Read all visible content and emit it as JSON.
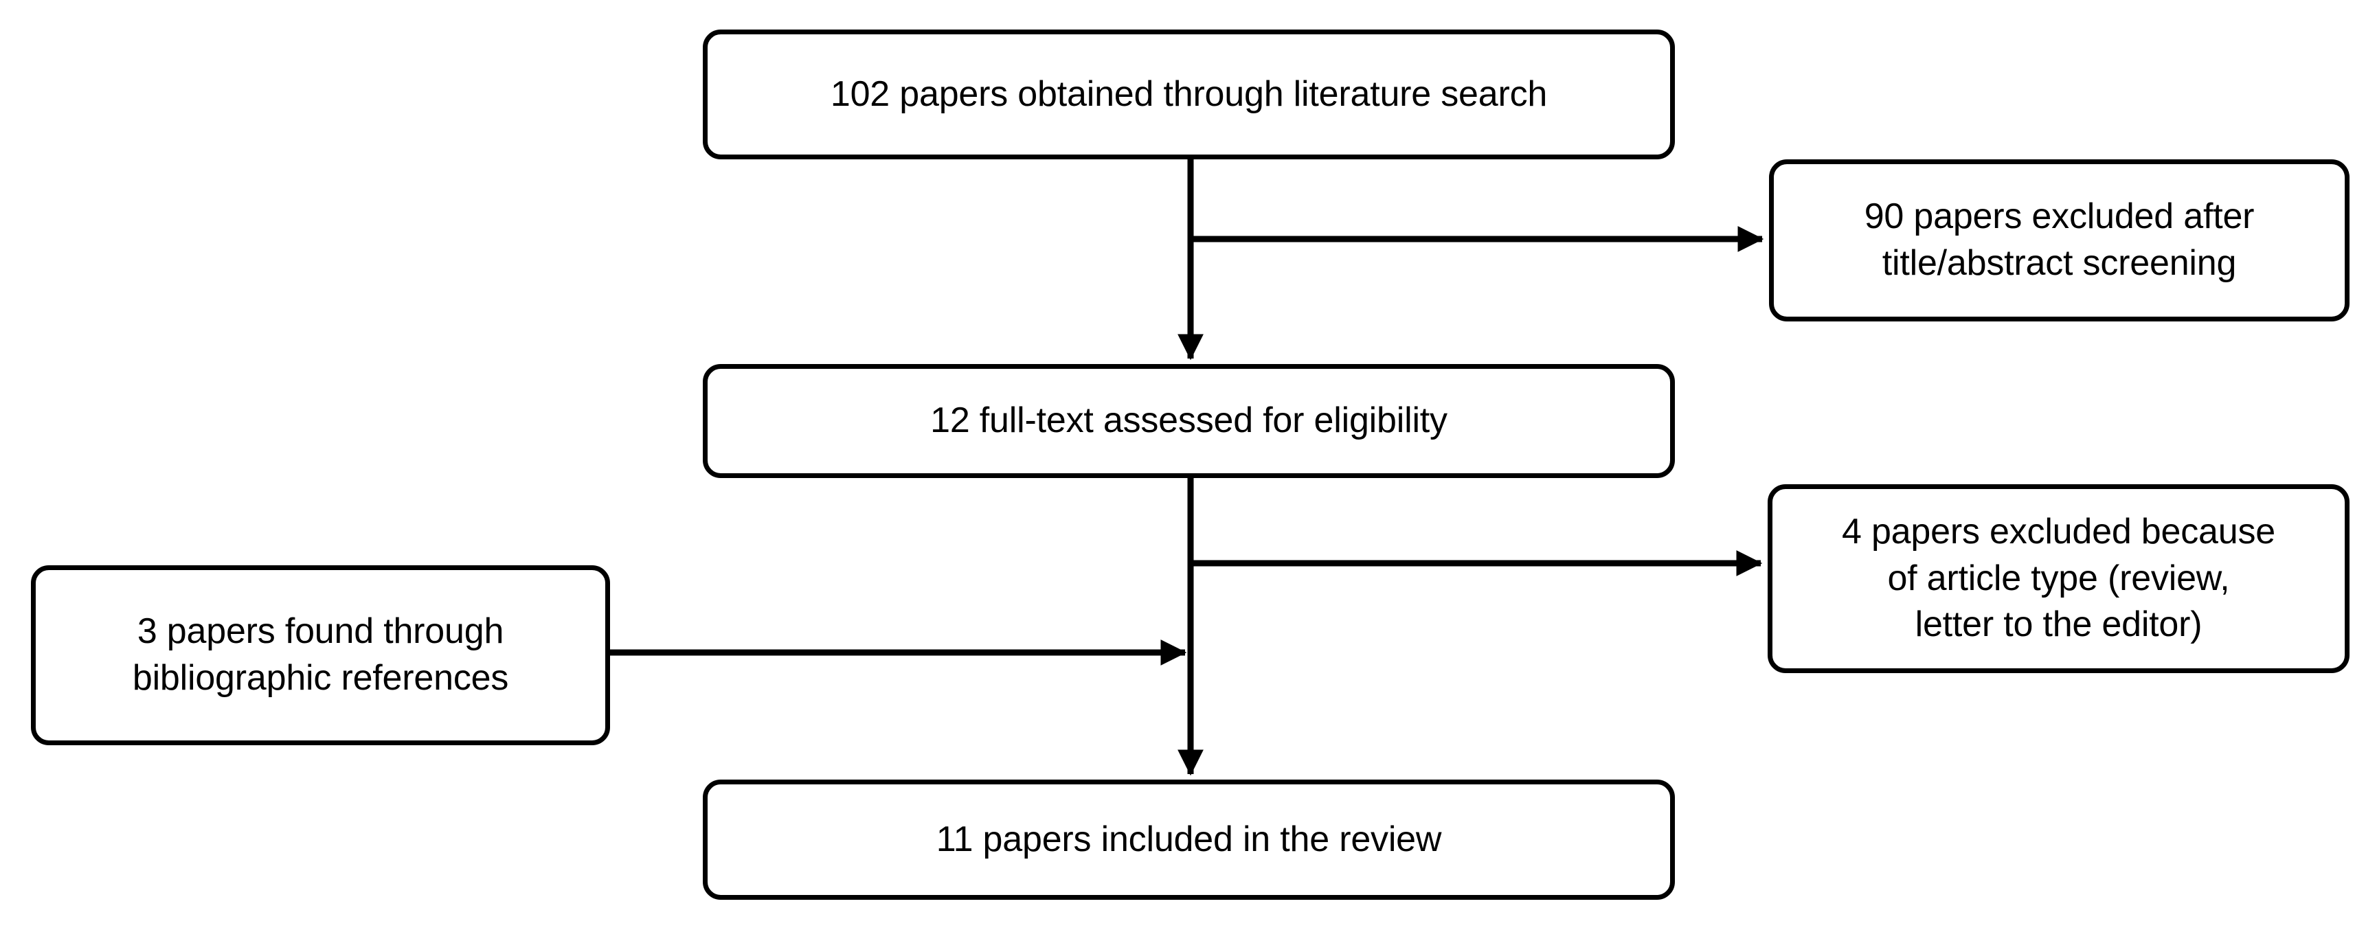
{
  "diagram": {
    "type": "prisma-flow-diagram",
    "colors": {
      "stroke": "#000000",
      "background": "#ffffff",
      "text": "#000000"
    },
    "nodes": {
      "identification": {
        "label": "102 papers obtained through literature search",
        "count": 102
      },
      "screening": {
        "label": "12 full-text assessed for eligibility",
        "count": 12
      },
      "included": {
        "label": "11 papers included in the review",
        "count": 11
      },
      "excluded_title_abstract": {
        "label": "90 papers excluded after\ntitle/abstract screening",
        "count": 90
      },
      "excluded_article_type": {
        "label": "4 papers excluded because\nof article type (review,\nletter to the editor)",
        "count": 4
      },
      "bibliographic": {
        "label": "3 papers found through\nbibliographic references",
        "count": 3
      }
    },
    "edges": [
      {
        "name": "identification-to-screening",
        "from": "identification",
        "to": "screening",
        "arrow": "down"
      },
      {
        "name": "identification-to-excluded-title-abstract",
        "from": "identification",
        "to": "excluded_title_abstract",
        "arrow": "right"
      },
      {
        "name": "screening-to-included",
        "from": "screening",
        "to": "included",
        "arrow": "down"
      },
      {
        "name": "screening-to-excluded-article-type",
        "from": "screening",
        "to": "excluded_article_type",
        "arrow": "right"
      },
      {
        "name": "bibliographic-to-trunk",
        "from": "bibliographic",
        "to": "included",
        "arrow": "right"
      }
    ]
  }
}
